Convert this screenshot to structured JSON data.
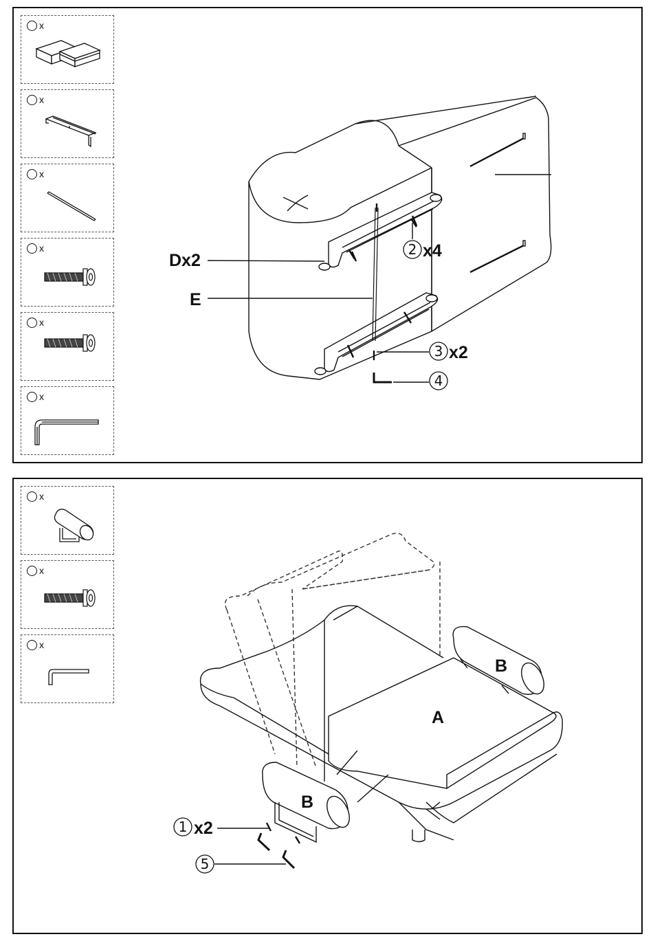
{
  "panel1": {
    "parts": [
      {
        "id": "p1-cushion",
        "qty_label": "x",
        "icon": "cushion-blocks-icon"
      },
      {
        "id": "p1-bracket",
        "qty_label": "x",
        "icon": "metal-bracket-icon"
      },
      {
        "id": "p1-rod",
        "qty_label": "x",
        "icon": "rod-icon"
      },
      {
        "id": "p1-bolt-a",
        "qty_label": "x",
        "icon": "bolt-icon"
      },
      {
        "id": "p1-bolt-b",
        "qty_label": "x",
        "icon": "bolt-icon"
      },
      {
        "id": "p1-allen",
        "qty_label": "x",
        "icon": "allen-key-icon"
      }
    ],
    "callouts": {
      "d": "Dx2",
      "e": "E",
      "two_num": "2",
      "two_qty": "x4",
      "three_num": "3",
      "three_qty": "x2",
      "four_num": "4"
    }
  },
  "panel2": {
    "parts": [
      {
        "id": "p2-armrest",
        "qty_label": "x",
        "icon": "armrest-roll-icon"
      },
      {
        "id": "p2-bolt",
        "qty_label": "x",
        "icon": "bolt-icon"
      },
      {
        "id": "p2-allen",
        "qty_label": "x",
        "icon": "allen-key-icon"
      }
    ],
    "callouts": {
      "a": "A",
      "b_top": "B",
      "b_front": "B",
      "one_num": "1",
      "one_qty": "x2",
      "five_num": "5"
    }
  },
  "colors": {
    "line": "#111111",
    "corner": "#1a1a1a",
    "dashed": "#555555"
  }
}
